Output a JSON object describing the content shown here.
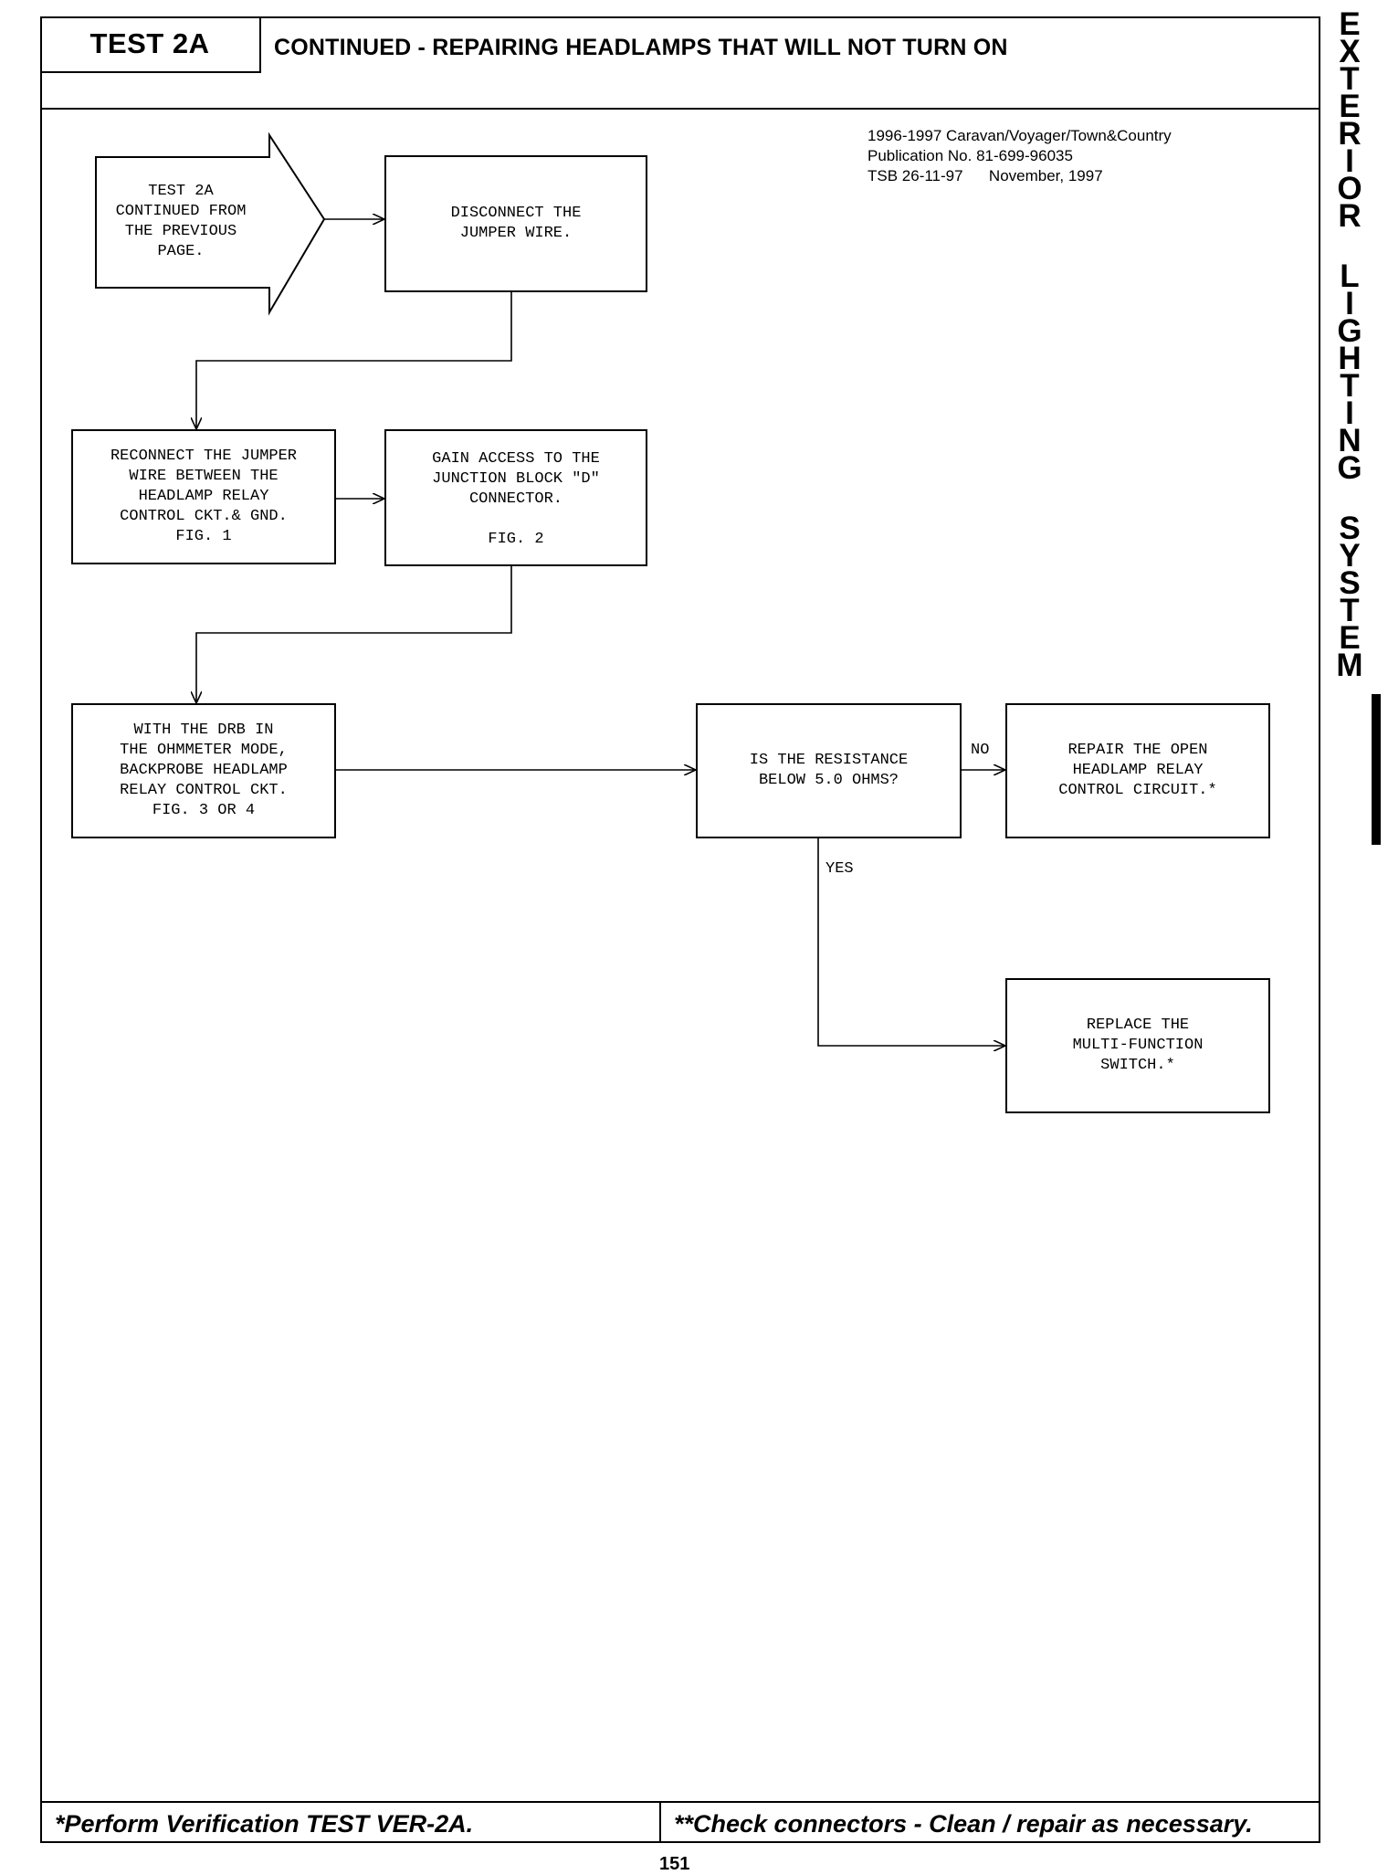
{
  "header": {
    "test_id": "TEST 2A",
    "title": "CONTINUED - REPAIRING HEADLAMPS THAT WILL NOT TURN ON"
  },
  "publication": {
    "line1": "1996-1997 Caravan/Voyager/Town&Country",
    "line2": "Publication No. 81-699-96035",
    "line3": "TSB 26-11-97      November, 1997"
  },
  "flowchart": {
    "start": "TEST 2A\nCONTINUED FROM\nTHE PREVIOUS\nPAGE.",
    "step1": "DISCONNECT THE\nJUMPER WIRE.",
    "step2": "RECONNECT THE JUMPER\nWIRE BETWEEN THE\nHEADLAMP RELAY\nCONTROL CKT.& GND.\nFIG. 1",
    "step3": "GAIN ACCESS TO THE\nJUNCTION BLOCK \"D\"\nCONNECTOR.\n\nFIG. 2",
    "step4": "WITH THE DRB IN\nTHE OHMMETER MODE,\nBACKPROBE HEADLAMP\nRELAY CONTROL CKT.\nFIG. 3 OR 4",
    "decision": "IS THE RESISTANCE\nBELOW 5.0 OHMS?",
    "result_no": "REPAIR THE OPEN\nHEADLAMP RELAY\nCONTROL CIRCUIT.*",
    "result_yes": "REPLACE THE\nMULTI-FUNCTION\nSWITCH.*",
    "label_no": "NO",
    "label_yes": "YES"
  },
  "sidebar": {
    "section_letters": [
      "E",
      "X",
      "T",
      "E",
      "R",
      "I",
      "O",
      "R",
      " ",
      "L",
      "I",
      "G",
      "H",
      "T",
      "I",
      "N",
      "G",
      " ",
      "S",
      "Y",
      "S",
      "T",
      "E",
      "M"
    ]
  },
  "footer": {
    "left_note": "*Perform Verification TEST VER-2A.",
    "right_note": "**Check connectors - Clean / repair as necessary.",
    "page_number": "151"
  }
}
